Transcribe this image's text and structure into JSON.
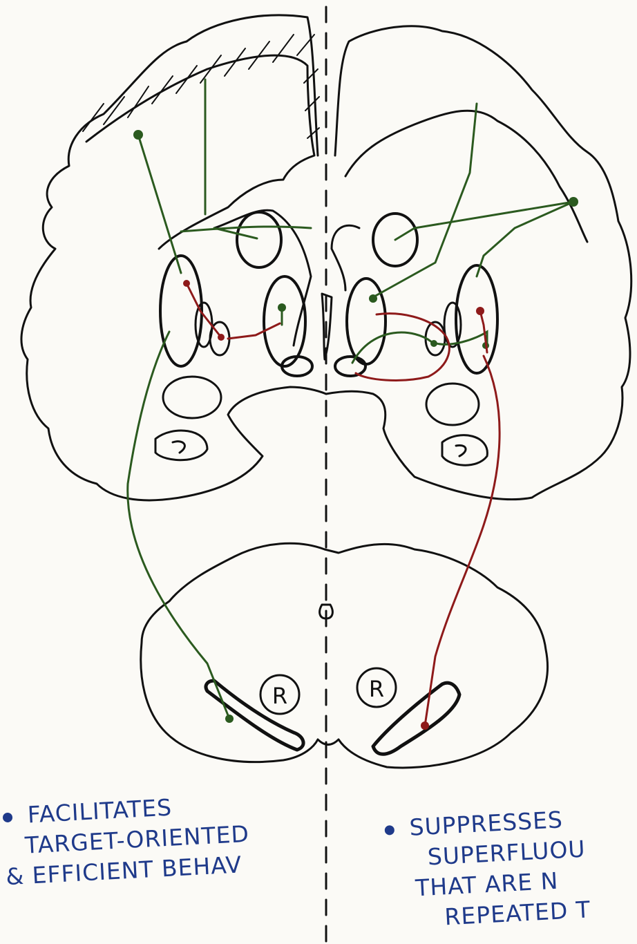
{
  "diagram": {
    "nucleus_labels": {
      "left": "R",
      "right": "R"
    },
    "colors": {
      "outline": "#111111",
      "direct_pathway": "#2b5a1f",
      "indirect_pathway": "#8e1a1a",
      "notes": "#1f3a8a"
    }
  },
  "notes": {
    "left": {
      "lines": [
        "FACILITATES",
        "TARGET-ORIENTED",
        "& EFFICIENT BEHAV"
      ]
    },
    "right": {
      "lines": [
        "SUPPRESSES",
        "SUPERFLUOU",
        "THAT ARE N",
        "REPEATED T"
      ]
    }
  }
}
